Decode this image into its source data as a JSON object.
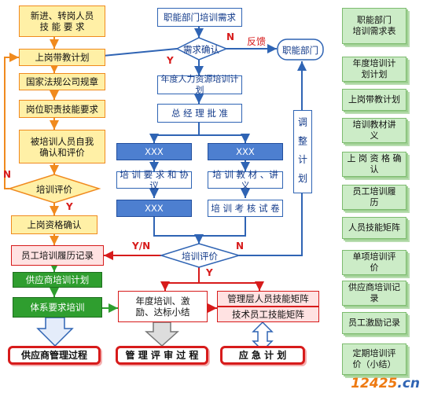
{
  "left": {
    "new_staff": "新进、转岗人员\n技 能 要 求",
    "mentor_plan": "上岗带教计划",
    "laws": "国家法规公司规章",
    "position_req": "岗位职责技能要求",
    "self_eval": "被培训人员自我\n确认和评价",
    "eval": "培训评价",
    "confirm": "上岗资格确认",
    "record": "员工培训履历记录",
    "supplier_plan": "供应商培训计划",
    "system_train": "体系要求培训"
  },
  "center": {
    "demand": "职能部门培训需求",
    "confirm": "需求确认",
    "feedback": "反馈",
    "dept": "职能部门",
    "annual_plan": "年度人力资源培训计划",
    "gm_approve": "总 经 理 批 准",
    "xxx_left": "XXX",
    "xxx_right": "XXX",
    "agreement": "培 训 要 求 和 协 议",
    "materials": "培 训 教 材 、讲 义",
    "xxx_lower": "XXX",
    "exam": "培 训 考 核 试 卷",
    "adjust": "调 整 计 划",
    "eval": "培训评价",
    "summary": "年度培训、激\n励、达标小结",
    "skills_mgmt": "管理层人员技能矩阵",
    "skills_tech": "技术员工技能矩阵"
  },
  "bottom": {
    "supplier_mgmt": "供应商管理过程",
    "review_mgmt": "管 理 评 审 过 程",
    "emergency": "应 急 计 划"
  },
  "labels": {
    "n1": "N",
    "y1": "Y",
    "n2": "N",
    "y2": "Y",
    "yn": "Y/N",
    "n3": "N",
    "y3": "Y"
  },
  "sidebar": [
    "职能部门\n培训需求表",
    "年度培训计\n划计划",
    "上岗带教计划",
    "培训教材讲\n义",
    "上 岗 资 格 确\n认",
    "员工培训履\n历",
    "人员技能矩阵",
    "单项培训评\n价",
    "供应商培训记\n录",
    "员工激励记录",
    "定期培训评\n价（小结）"
  ],
  "watermark": {
    "a": "12425",
    "b": ".cn"
  },
  "colors": {
    "orange": "#f08a1e",
    "blue": "#2f64b4",
    "red": "#d71b1b",
    "green": "#2f9e2f"
  }
}
